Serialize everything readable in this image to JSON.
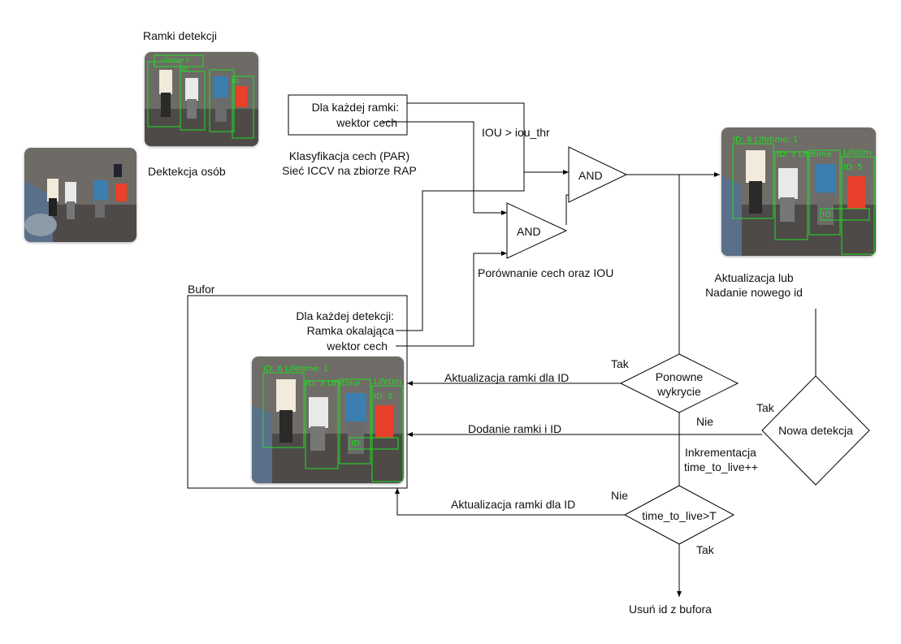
{
  "labels": {
    "frames_title": "Ramki detekcji",
    "detection": "Dektekcja  osób",
    "per_frame_l1": "Dla każdej ramki:",
    "per_frame_l2": "wektor cech",
    "classif_l1": "Klasyfikacja cech (PAR)",
    "classif_l2": "Sieć ICCV  na zbiorze RAP",
    "iou_thr": "IOU > iou_thr",
    "and_top": "AND",
    "and_bottom": "AND",
    "compare": "Porównanie cech oraz IOU",
    "update_l1": "Aktualizacja lub",
    "update_l2": "Nadanie nowego id",
    "buffer": "Bufor",
    "per_det_l1": "Dla każdej detekcji:",
    "per_det_l2": "Ramka okalająca",
    "per_det_l3": "wektor cech",
    "redetect_l1": "Ponowne",
    "redetect_l2": "wykrycie",
    "tak1": "Tak",
    "nie1": "Nie",
    "update_frame_1": "Aktualizacja ramki dla ID",
    "add_frame": "Dodanie ramki i ID",
    "tak2": "Tak",
    "new_detection": "Nowa detekcja",
    "increment_l1": "Inkrementacja",
    "increment_l2": "time_to_live++",
    "nie2": "Nie",
    "update_frame_2": "Aktualizacja ramki dla ID",
    "ttl_cond": "time_to_live>T",
    "tak3": "Tak",
    "remove": "Usuń id z bufora"
  },
  "overlay_labels": {
    "top_photo": [
      "Lifetime 0",
      "ID:",
      "ID:"
    ],
    "right_photo": [
      "ID: 6  Lifetime: 1",
      "ID: 3  Lifetime",
      "Lifetim",
      "ID: 5",
      "ID:"
    ],
    "buffer_photo": [
      "ID: 6  Lifetime: 1",
      "ID: 3  Lifetime",
      "Lifetim",
      "ID: 5",
      "ID:"
    ]
  },
  "colors": {
    "box_green": "#22dd22",
    "line": "#000000"
  }
}
